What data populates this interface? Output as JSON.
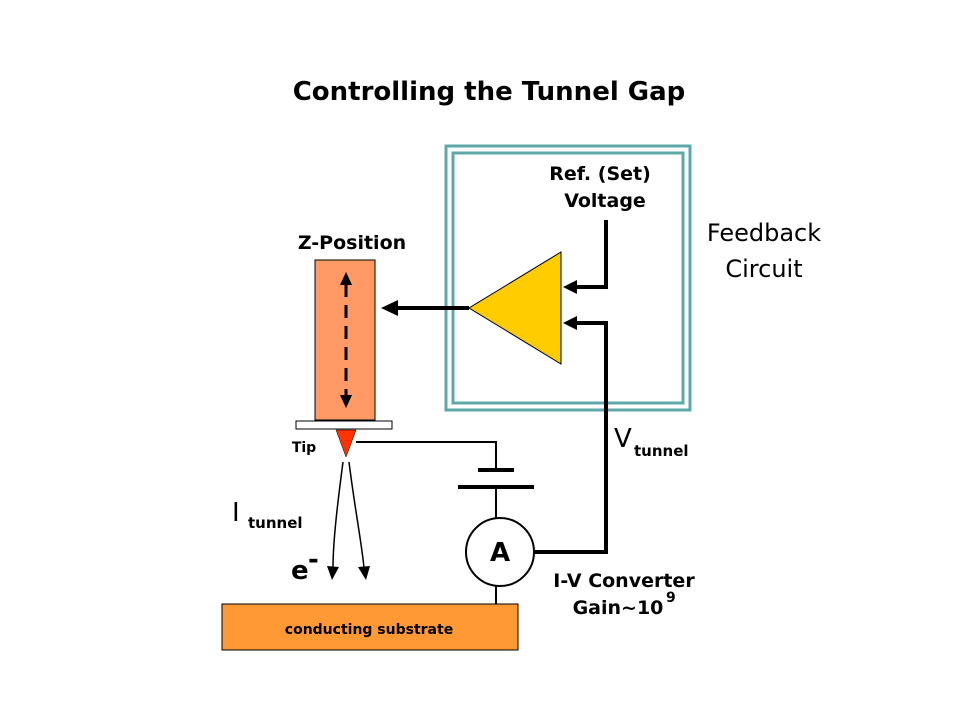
{
  "title": "Controlling the Tunnel Gap",
  "labels": {
    "ref_voltage_line1": "Ref. (Set)",
    "ref_voltage_line2": "Voltage",
    "feedback_line1": "Feedback",
    "feedback_line2": "Circuit",
    "z_position": "Z-Position",
    "tip": "Tip",
    "v_main": "V",
    "v_sub": "tunnel",
    "i_main": "I",
    "i_sub": "tunnel",
    "electron_main": "e",
    "electron_sup": "-",
    "ammeter": "A",
    "iv_line1": "I-V Converter",
    "iv_line2_main": "Gain~10",
    "iv_line2_sup": "9",
    "substrate": "conducting substrate"
  },
  "colors": {
    "feedback_box": "#5fa8a8",
    "amplifier": "#ffcc00",
    "piezo": "#ff9966",
    "tip": "#ff3300",
    "substrate": "#ff9933",
    "wire": "#000000"
  }
}
